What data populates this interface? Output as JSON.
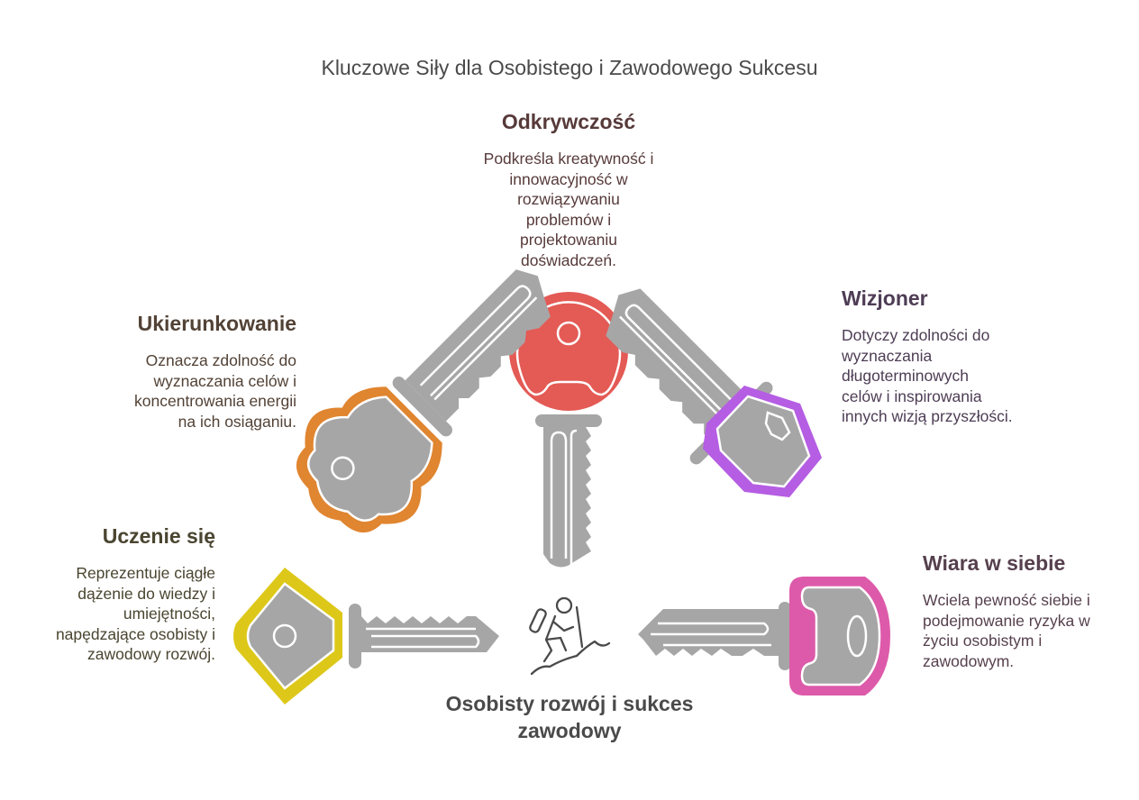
{
  "title": "Kluczowe Siły dla Osobistego i Zawodowego Sukcesu",
  "hub": {
    "label": "Osobisty rozwój i sukces zawodowy",
    "icon": "hiker-climbing-icon"
  },
  "keys": [
    {
      "id": "uczenie",
      "heading": "Uczenie się",
      "description": [
        "Reprezentuje ciągłe",
        "dążenie do wiedzy i",
        "umiejętności,",
        "napędzające osobisty i",
        "zawodowy rozwój."
      ],
      "color": "#DDC81A",
      "text_color": "#4A4530"
    },
    {
      "id": "ukierunkowanie",
      "heading": "Ukierunkowanie",
      "description": [
        "Oznacza zdolność do",
        "wyznaczania celów i",
        "koncentrowania energii",
        "na ich osiąganiu."
      ],
      "color": "#E08530",
      "text_color": "#524236"
    },
    {
      "id": "odkrywczosc",
      "heading": "Odkrywczość",
      "description": [
        "Podkreśla kreatywność i",
        "innowacyjność w",
        "rozwiązywaniu",
        "problemów i",
        "projektowaniu",
        "doświadczeń."
      ],
      "color": "#E45A55",
      "text_color": "#573A3A"
    },
    {
      "id": "wizjoner",
      "heading": "Wizjoner",
      "description": [
        "Dotyczy zdolności do",
        "wyznaczania",
        "długoterminowych",
        "celów i inspirowania",
        "innych wizją przyszłości."
      ],
      "color": "#B55DE3",
      "text_color": "#4E3D55"
    },
    {
      "id": "wiara",
      "heading": "Wiara w siebie",
      "description": [
        "Wciela pewność siebie i",
        "podejmowanie ryzyka w",
        "życiu osobistym i",
        "zawodowym."
      ],
      "color": "#DD5AAA",
      "text_color": "#56404D"
    }
  ],
  "key_body_color": "#A6A6A6"
}
